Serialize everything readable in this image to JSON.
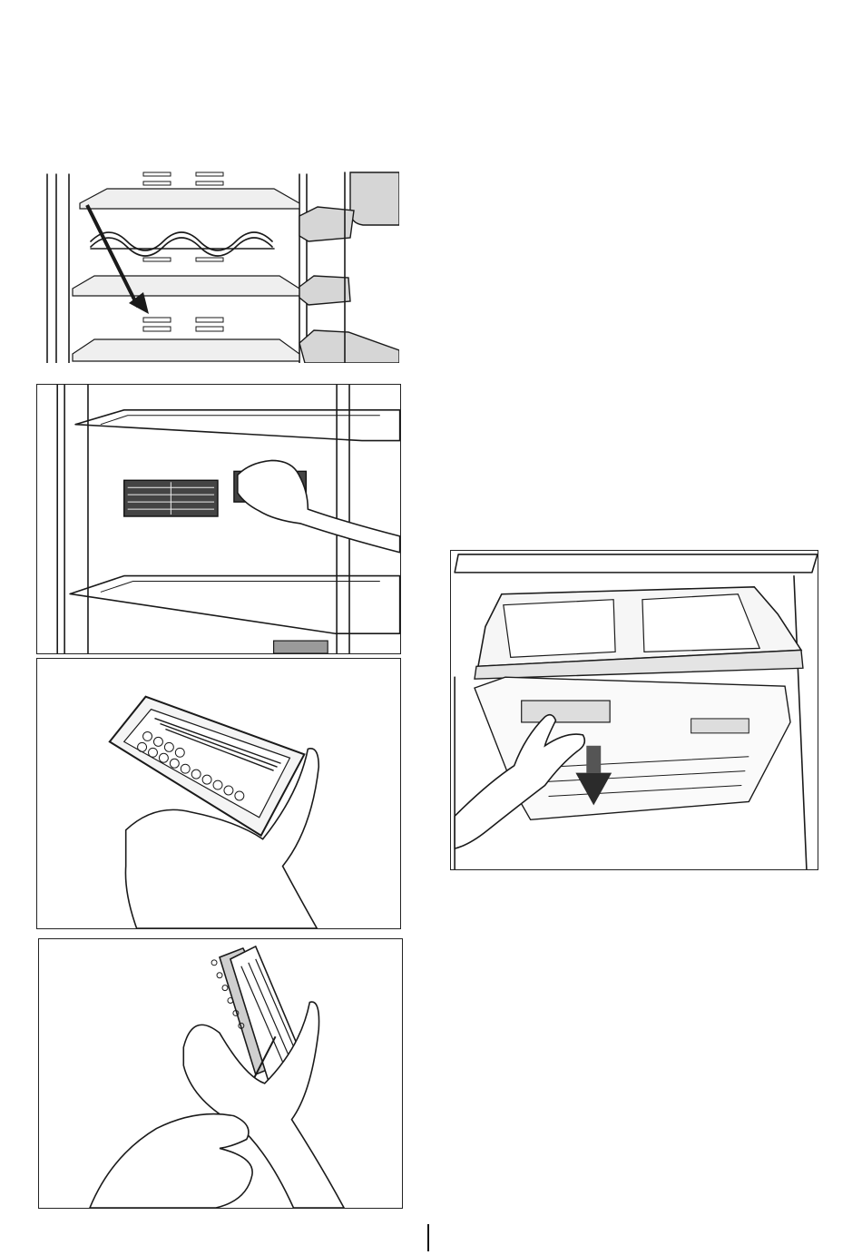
{
  "document": {
    "figures": [
      {
        "id": "fig-shelves",
        "description_icons": [
          "shelf-icon",
          "arrow-icon",
          "wine-rack-icon"
        ]
      },
      {
        "id": "fig-filter-removal",
        "description_icons": [
          "hand-icon",
          "filter-icon"
        ]
      },
      {
        "id": "fig-filter-hold",
        "description_icons": [
          "hand-icon",
          "filter-icon"
        ]
      },
      {
        "id": "fig-filter-open",
        "description_icons": [
          "hand-icon",
          "filter-icon",
          "tool-icon"
        ]
      },
      {
        "id": "fig-crisper-drawer",
        "description_icons": [
          "hand-icon",
          "drawer-icon",
          "arrow-icon"
        ]
      }
    ]
  },
  "colors": {
    "line": "#1a1a1a",
    "shade": "#d6d6d6",
    "arrow": "#2b2b2b"
  }
}
